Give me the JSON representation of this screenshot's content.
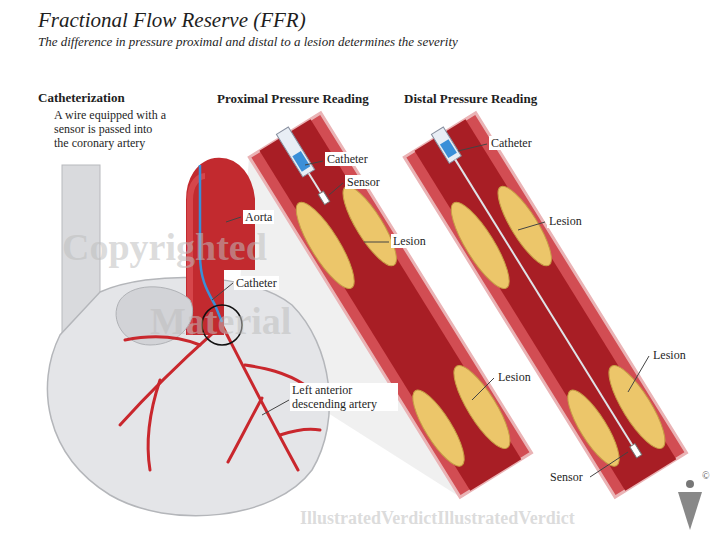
{
  "diagram": {
    "title": "Fractional Flow Reserve (FFR)",
    "caption": "The difference in pressure proximal and distal to a lesion determines the severity",
    "labels": [
      "Catheterization",
      "A wire equipped with a sensor is passed into the coronary artery",
      "Aorta",
      "Catheter",
      "Left anterior descending artery",
      "Proximal Pressure Reading",
      "Catheter",
      "Sensor",
      "Lesion",
      "Lesion",
      "Distal Pressure Reading",
      "Catheter",
      "Lesion",
      "Lesion",
      "Sensor",
      "Copyrighted",
      "Material",
      "IllustratedVerdictIllustratedVerdict",
      "©"
    ]
  }
}
